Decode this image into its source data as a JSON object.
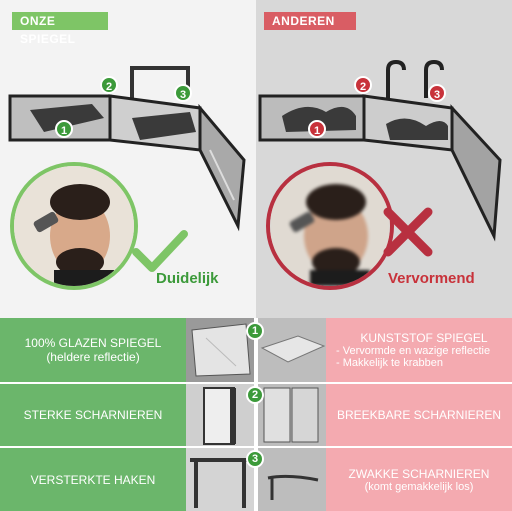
{
  "left": {
    "tag": "ONZE SPIEGEL",
    "verdict": "Duidelijk",
    "numbers": [
      "1",
      "2",
      "3"
    ]
  },
  "right": {
    "tag": "ANDEREN",
    "verdict": "Vervormend",
    "numbers": [
      "1",
      "2",
      "3"
    ]
  },
  "rows": [
    {
      "left_lines": [
        "100% GLAZEN SPIEGEL",
        "(heldere reflectie)"
      ],
      "number": "1",
      "right_title": "KUNSTSTOF SPIEGEL",
      "right_lines": [
        "- Vervormde en wazige reflectie",
        "- Makkelijk te krabben"
      ]
    },
    {
      "left_lines": [
        "STERKE SCHARNIEREN"
      ],
      "number": "2",
      "right_title": "BREEKBARE SCHARNIEREN",
      "right_lines": []
    },
    {
      "left_lines": [
        "VERSTERKTE HAKEN"
      ],
      "number": "3",
      "right_title": "ZWAKKE SCHARNIEREN",
      "right_lines": [
        "(komt gemakkelijk los)"
      ]
    }
  ]
}
